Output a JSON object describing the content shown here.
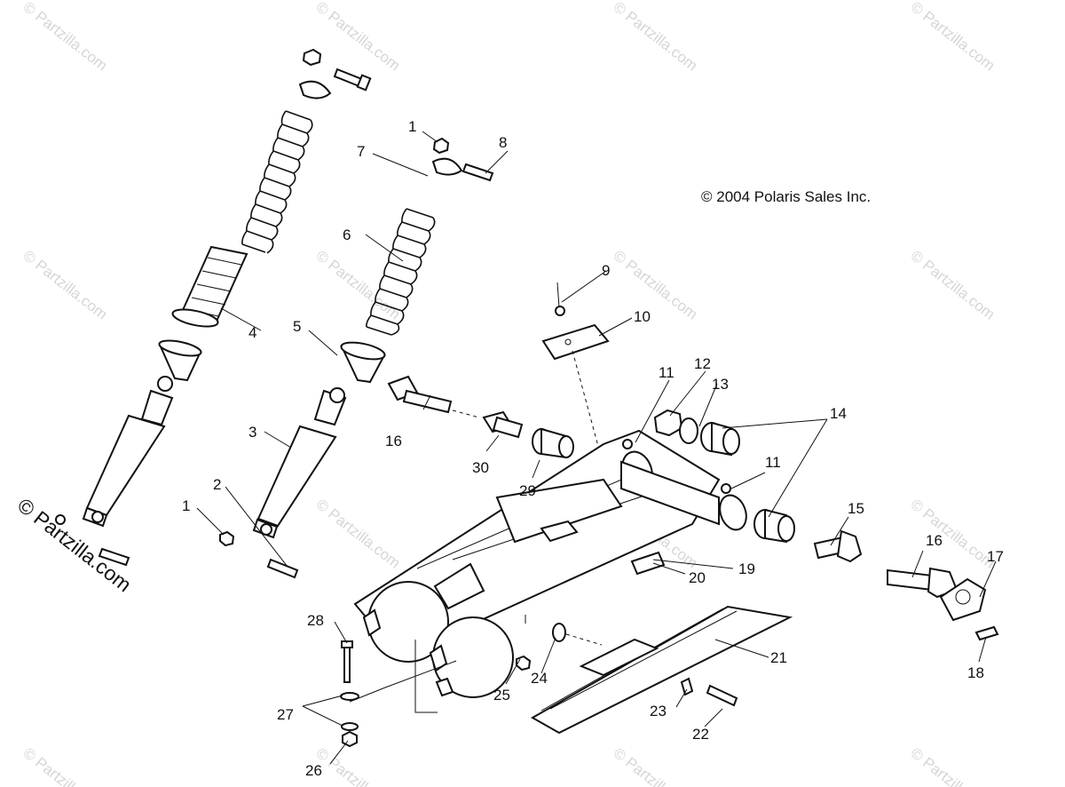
{
  "copyright": "© 2004 Polaris Sales Inc.",
  "side_watermark": "© Partzilla.com",
  "watermark_text": "© Partzilla.com",
  "callouts": [
    {
      "id": "c1a",
      "label": "1"
    },
    {
      "id": "c1b",
      "label": "1"
    },
    {
      "id": "c2",
      "label": "2"
    },
    {
      "id": "c3",
      "label": "3"
    },
    {
      "id": "c4",
      "label": "4"
    },
    {
      "id": "c5",
      "label": "5"
    },
    {
      "id": "c6",
      "label": "6"
    },
    {
      "id": "c7",
      "label": "7"
    },
    {
      "id": "c8",
      "label": "8"
    },
    {
      "id": "c9",
      "label": "9"
    },
    {
      "id": "c10",
      "label": "10"
    },
    {
      "id": "c11a",
      "label": "11"
    },
    {
      "id": "c11b",
      "label": "11"
    },
    {
      "id": "c12",
      "label": "12"
    },
    {
      "id": "c13",
      "label": "13"
    },
    {
      "id": "c14",
      "label": "14"
    },
    {
      "id": "c15",
      "label": "15"
    },
    {
      "id": "c16a",
      "label": "16"
    },
    {
      "id": "c16b",
      "label": "16"
    },
    {
      "id": "c17",
      "label": "17"
    },
    {
      "id": "c18",
      "label": "18"
    },
    {
      "id": "c19",
      "label": "19"
    },
    {
      "id": "c20",
      "label": "20"
    },
    {
      "id": "c21",
      "label": "21"
    },
    {
      "id": "c22",
      "label": "22"
    },
    {
      "id": "c23",
      "label": "23"
    },
    {
      "id": "c24",
      "label": "24"
    },
    {
      "id": "c25",
      "label": "25"
    },
    {
      "id": "c26",
      "label": "26"
    },
    {
      "id": "c27",
      "label": "27"
    },
    {
      "id": "c28",
      "label": "28"
    },
    {
      "id": "c29",
      "label": "29"
    },
    {
      "id": "c30",
      "label": "30"
    }
  ]
}
